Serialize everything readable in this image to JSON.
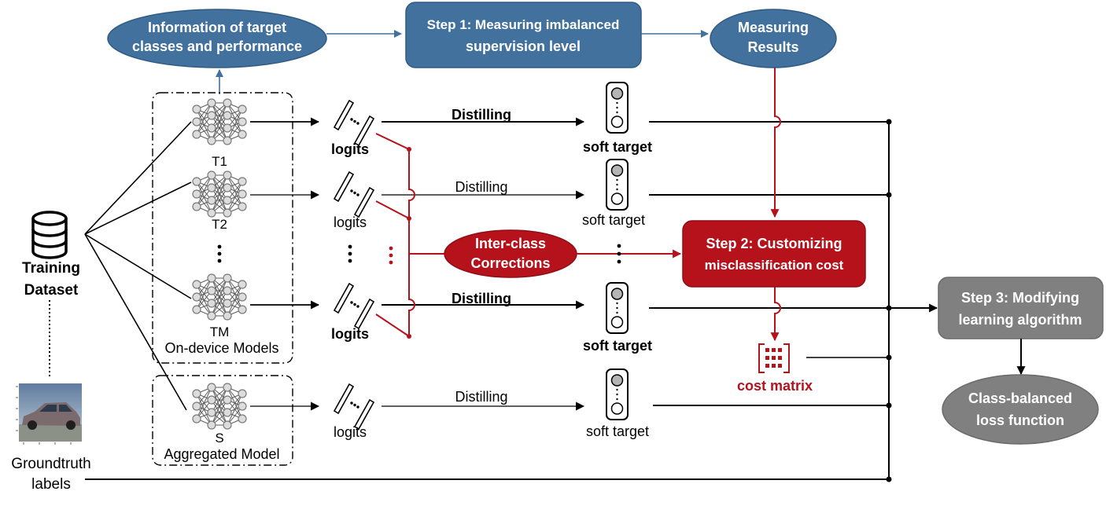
{
  "colors": {
    "blue": "#41719c",
    "blue_border": "#2f5c86",
    "red": "#b5121b",
    "gray": "#808080",
    "line": "#000000"
  },
  "icons": {
    "dataset": "database-icon",
    "model": "neural-network-icon",
    "logits": "logits-icon",
    "soft_target": "soft-target-icon",
    "cost_matrix": "cost-matrix-icon",
    "groundtruth": "car-image"
  },
  "info_node": {
    "line1": "Information of target",
    "line2": "classes and performance"
  },
  "step1": {
    "line1": "Step 1: Measuring imbalanced",
    "line2": "supervision level"
  },
  "results_node": {
    "line1": "Measuring",
    "line2": "Results"
  },
  "dataset": {
    "line1": "Training",
    "line2": "Dataset"
  },
  "groundtruth": {
    "line1": "Groundtruth",
    "line2": "labels"
  },
  "groups": {
    "on_device": "On-device Models",
    "aggregated": "Aggregated Model"
  },
  "models": [
    {
      "label": "T1",
      "logits": "logits",
      "edge": "Distilling",
      "soft_target": "soft target"
    },
    {
      "label": "T2",
      "logits": "logits",
      "edge": "Distilling",
      "soft_target": "soft target"
    },
    {
      "label": "TM",
      "logits": "logits",
      "edge": "Distilling",
      "soft_target": "soft target"
    },
    {
      "label": "S",
      "logits": "logits",
      "edge": "Distilling",
      "soft_target": "soft target"
    }
  ],
  "corrections_node": {
    "line1": "Inter-class",
    "line2": "Corrections"
  },
  "step2": {
    "line1": "Step 2: Customizing",
    "line2": "misclassification cost"
  },
  "cost_matrix": {
    "label": "cost matrix"
  },
  "step3": {
    "line1": "Step 3: Modifying",
    "line2": "learning algorithm"
  },
  "loss_node": {
    "line1": "Class-balanced",
    "line2": "loss function"
  }
}
